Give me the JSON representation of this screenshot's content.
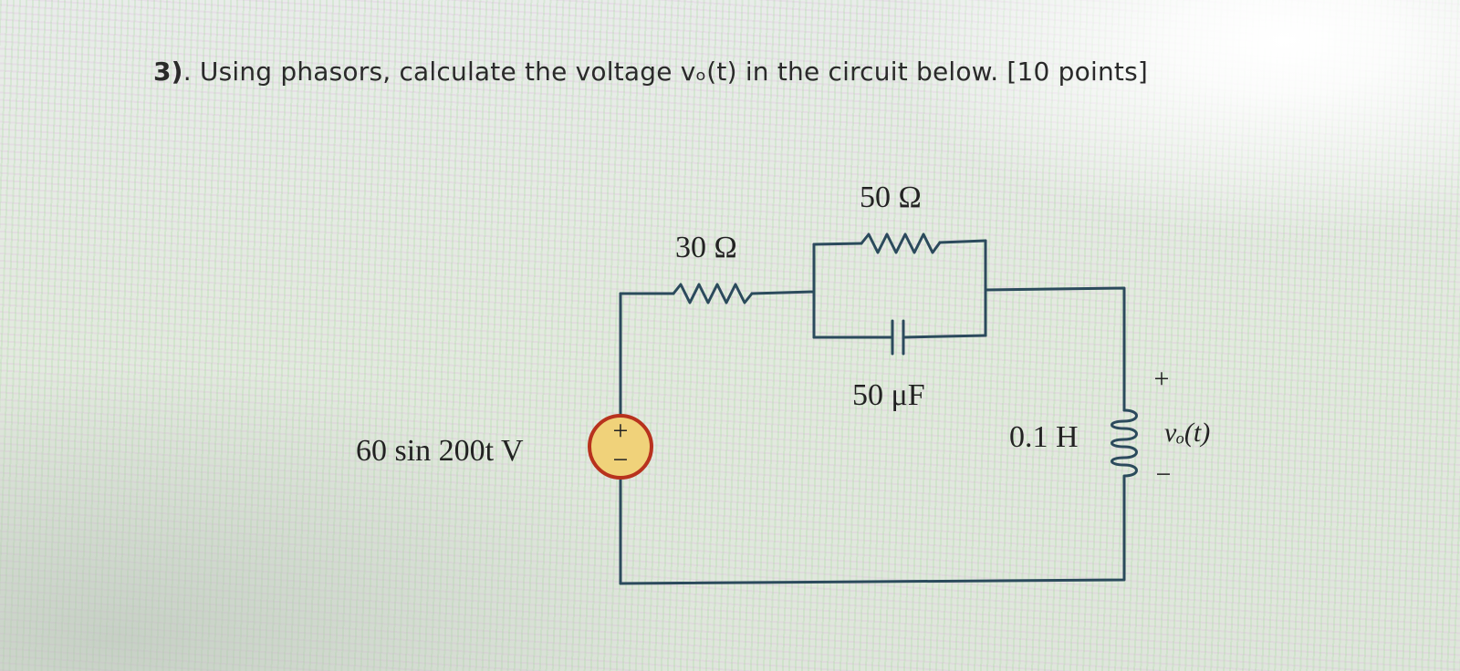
{
  "question": {
    "number": "3)",
    "text": ". Using phasors, calculate the voltage vₒ(t) in the circuit below. [10 points]"
  },
  "circuit": {
    "source_label": "60 sin 200t V",
    "source_plus": "+",
    "source_minus": "−",
    "r1_label": "30 Ω",
    "r2_label": "50 Ω",
    "cap_label": "50 μF",
    "inductor_label": "0.1 H",
    "vo_plus": "+",
    "vo_label": "vₒ(t)",
    "vo_minus": "−"
  },
  "colors": {
    "wire": "#2b4a5c",
    "source_fill": "#f0d27a",
    "source_ring": "#b8321d"
  }
}
